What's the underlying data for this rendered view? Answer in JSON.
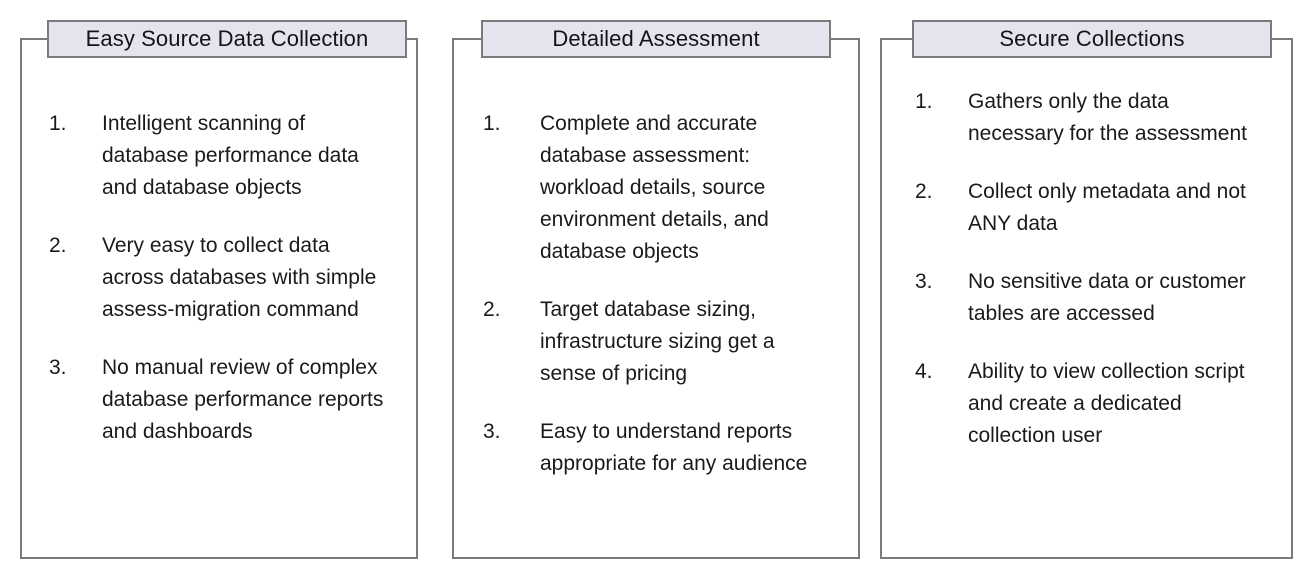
{
  "page": {
    "background": "#ffffff",
    "border_color": "#7b7b7b",
    "header_fill": "#e4e4ef",
    "text_color": "#1a1a1a"
  },
  "panels": [
    {
      "title": "Easy Source Data Collection",
      "items": [
        {
          "number": "1.",
          "text": "Intelligent scanning of database performance data and database objects"
        },
        {
          "number": "2.",
          "text": "Very easy to collect data across databases with simple assess-migration command"
        },
        {
          "number": "3.",
          "text": "No manual review of complex database performance reports and dashboards"
        }
      ]
    },
    {
      "title": "Detailed Assessment",
      "items": [
        {
          "number": "1.",
          "text": "Complete and accurate database assessment: workload details, source environment details, and database objects"
        },
        {
          "number": "2.",
          "text": "Target database sizing, infrastructure sizing get a sense of pricing"
        },
        {
          "number": "3.",
          "text": "Easy to understand reports appropriate for any audience"
        }
      ]
    },
    {
      "title": "Secure Collections",
      "items": [
        {
          "number": "1.",
          "text": "Gathers only the data necessary for the assessment"
        },
        {
          "number": "2.",
          "text": "Collect only metadata and not ANY data"
        },
        {
          "number": "3.",
          "text": "No sensitive data or customer tables are accessed"
        },
        {
          "number": "4.",
          "text": "Ability to view collection script and create a dedicated collection user"
        }
      ]
    }
  ]
}
